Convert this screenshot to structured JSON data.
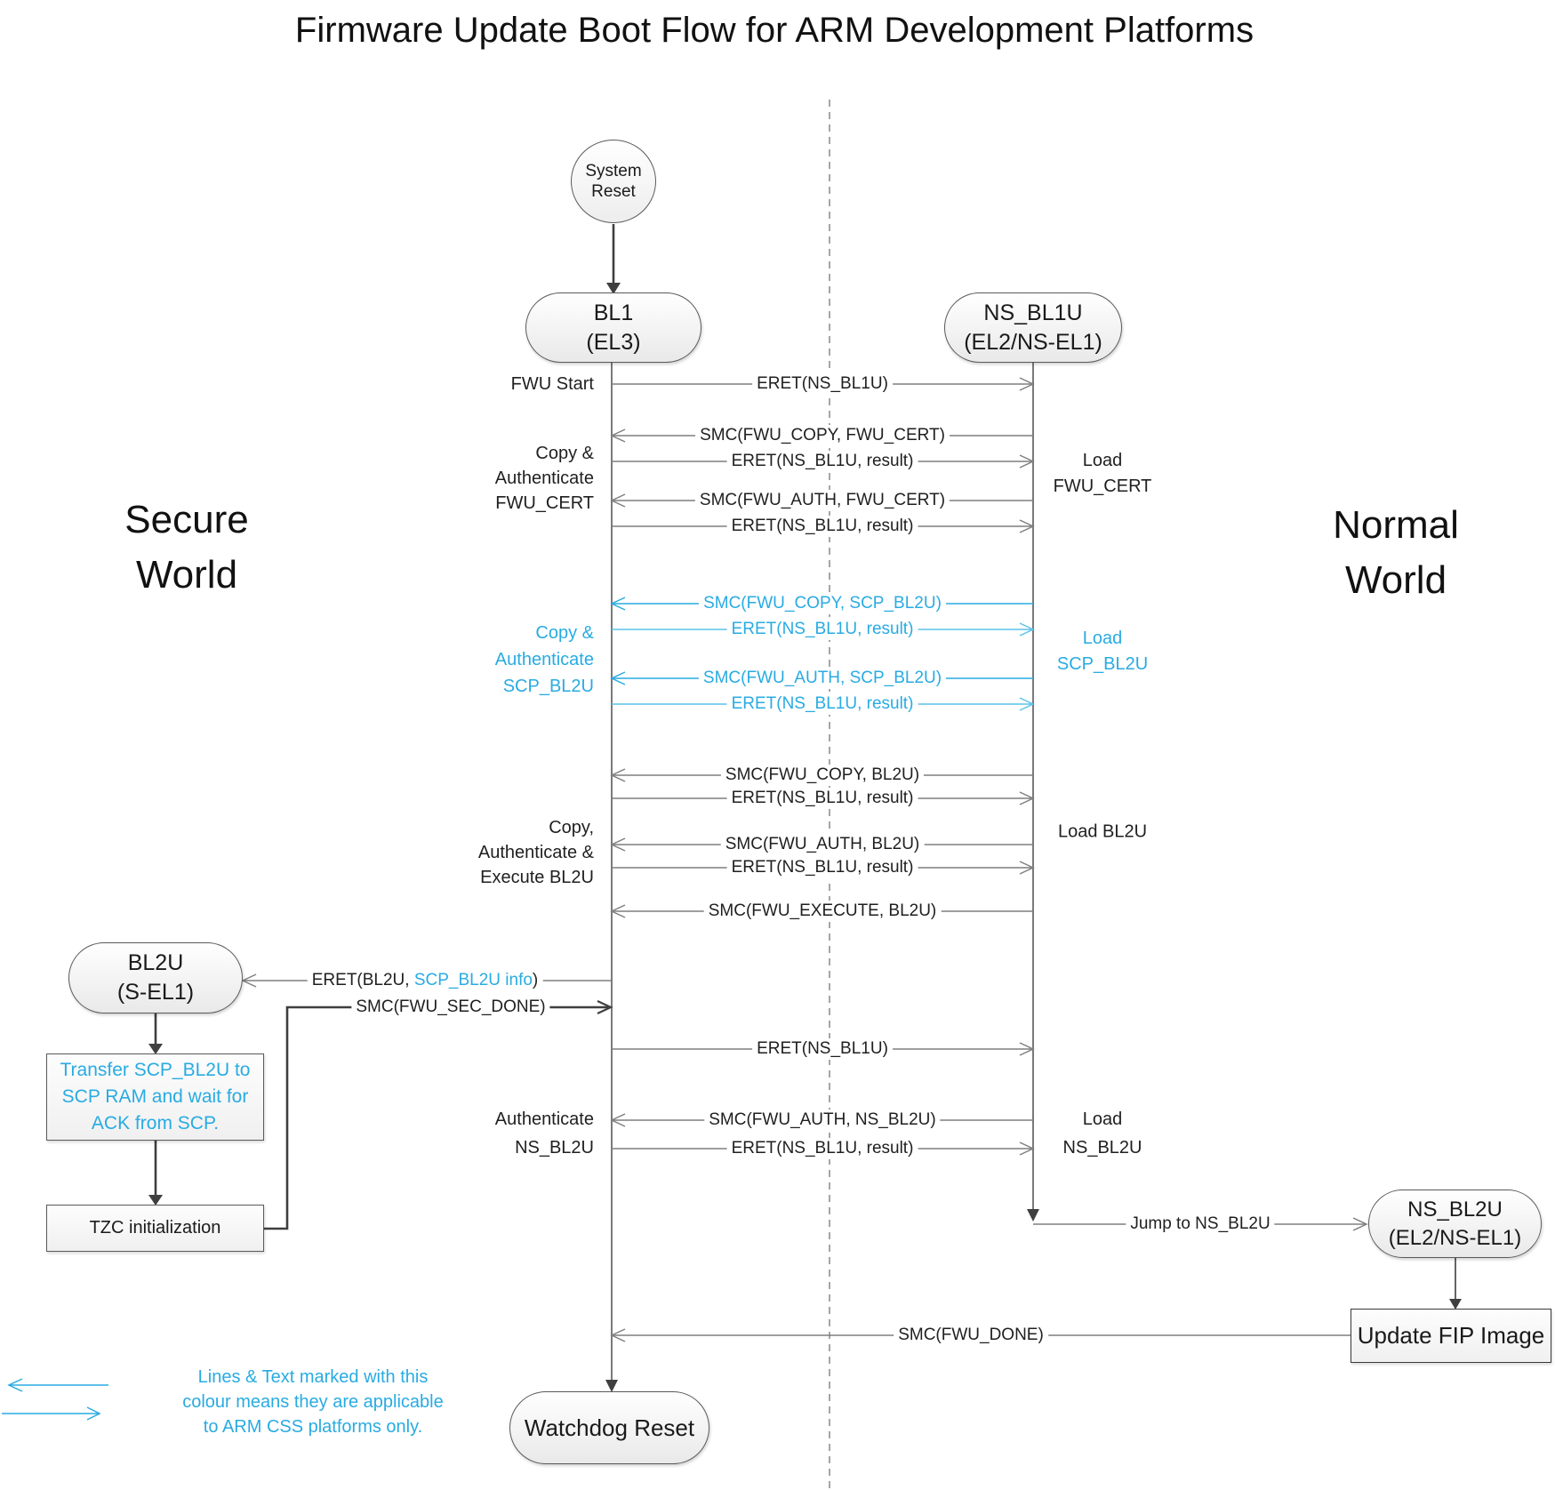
{
  "title": "Firmware Update Boot Flow for ARM Development Platforms",
  "colors": {
    "accent_cyan": "#29ABE2"
  },
  "worlds": {
    "secure": [
      "Secure",
      "World"
    ],
    "normal": [
      "Normal",
      "World"
    ]
  },
  "nodes": {
    "system_reset": [
      "System",
      "Reset"
    ],
    "bl1": [
      "BL1",
      "(EL3)"
    ],
    "ns_bl1u": [
      "NS_BL1U",
      "(EL2/NS-EL1)"
    ],
    "bl2u": [
      "BL2U",
      "(S-EL1)"
    ],
    "transfer_scp": [
      "Transfer SCP_BL2U to",
      "SCP RAM and wait for",
      "ACK from SCP."
    ],
    "tzc": "TZC initialization",
    "ns_bl2u": [
      "NS_BL2U",
      "(EL2/NS-EL1)"
    ],
    "update_fip": "Update FIP Image",
    "watchdog": "Watchdog Reset"
  },
  "messages": {
    "eret_ns_bl1u": "ERET(NS_BL1U)",
    "smc_copy_fwu_cert": "SMC(FWU_COPY, FWU_CERT)",
    "eret_result": "ERET(NS_BL1U, result)",
    "smc_auth_fwu_cert": "SMC(FWU_AUTH, FWU_CERT)",
    "smc_copy_scp_bl2u": "SMC(FWU_COPY, SCP_BL2U)",
    "smc_auth_scp_bl2u": "SMC(FWU_AUTH, SCP_BL2U)",
    "smc_copy_bl2u": "SMC(FWU_COPY, BL2U)",
    "smc_auth_bl2u": "SMC(FWU_AUTH, BL2U)",
    "smc_execute_bl2u": "SMC(FWU_EXECUTE, BL2U)",
    "eret_bl2u": {
      "pre": "ERET(BL2U, ",
      "highlight": "SCP_BL2U info",
      "post": ")"
    },
    "smc_sec_done": "SMC(FWU_SEC_DONE)",
    "smc_auth_ns_bl2u": "SMC(FWU_AUTH, NS_BL2U)",
    "jump_ns_bl2u": "Jump to NS_BL2U",
    "smc_done": "SMC(FWU_DONE)"
  },
  "side_labels": {
    "fwu_start": "FWU Start",
    "copy_auth_fwu_cert": [
      "Copy &",
      "Authenticate",
      "FWU_CERT"
    ],
    "load_fwu_cert": [
      "Load",
      "FWU_CERT"
    ],
    "copy_auth_scp_bl2u": [
      "Copy &",
      "Authenticate",
      "SCP_BL2U"
    ],
    "load_scp_bl2u": [
      "Load",
      "SCP_BL2U"
    ],
    "copy_auth_exec_bl2u": [
      "Copy,",
      "Authenticate &",
      "Execute BL2U"
    ],
    "load_bl2u": "Load BL2U",
    "authenticate_ns_bl2u": [
      "Authenticate",
      "NS_BL2U"
    ],
    "load_ns_bl2u": [
      "Load",
      "NS_BL2U"
    ]
  },
  "legend": {
    "lines": [
      "Lines & Text marked with this",
      "colour means they are applicable",
      "to ARM CSS platforms only."
    ]
  }
}
